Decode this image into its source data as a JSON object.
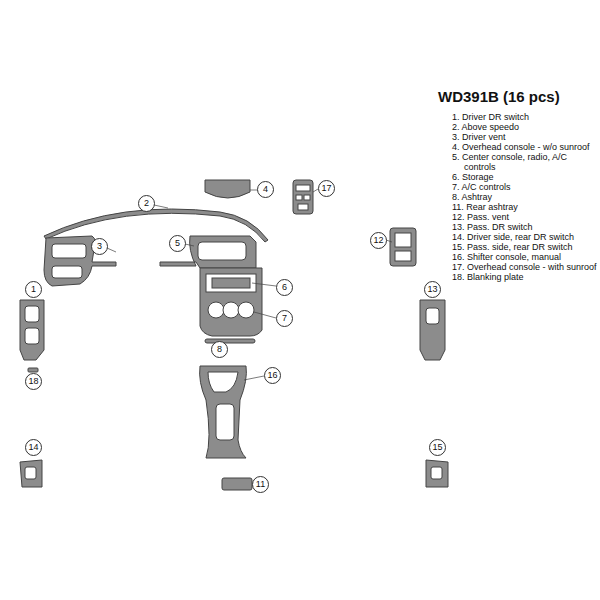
{
  "diagram": {
    "title": "WD391B (16 pcs)",
    "labels": [
      "1",
      "2",
      "3",
      "4",
      "5",
      "6",
      "7",
      "8",
      "11",
      "12",
      "13",
      "14",
      "15",
      "16",
      "17",
      "18",
      "1. Driver DR switch",
      "2. Above speedo",
      "3. Driver vent",
      "4. Overhead console - w/o sunroof",
      "5. Center console, radio, A/C controls",
      "6. Storage",
      "7. A/C controls",
      "8. Ashtray",
      "11. Rear ashtray",
      "12. Pass. vent",
      "13. Pass. DR switch",
      "14. Driver side, rear DR switch",
      "15. Pass. side, rear DR switch",
      "16. Shifter console, manual",
      "17. Overhead console - with sunroof",
      "18. Blanking plate"
    ]
  }
}
